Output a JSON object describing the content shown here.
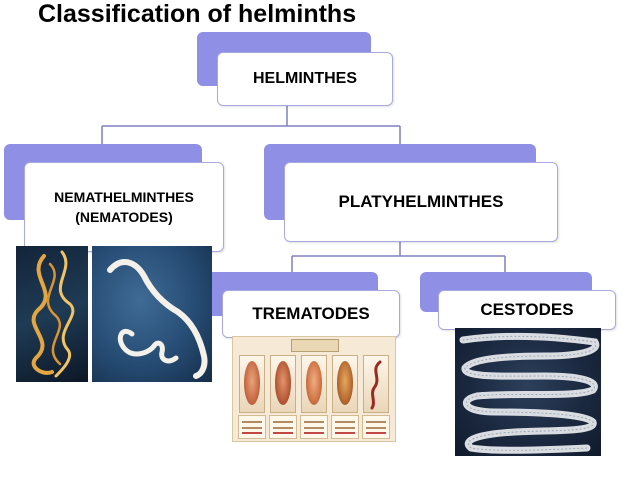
{
  "title": "Classification of helminths",
  "nodes": {
    "root": {
      "label": "HELMINTHES"
    },
    "nemathelminthes": {
      "line1": "NEMATHELMINTHES",
      "line2": "(NEMATODES)"
    },
    "platyhelminthes": {
      "label": "PLATYHELMINTHES"
    },
    "trematodes": {
      "label": "TREMATODES"
    },
    "cestodes": {
      "label": "CESTODES"
    }
  },
  "colors": {
    "node_back": "#8f8fe6",
    "node_border": "#a9a9df",
    "connector": "#8080c0"
  },
  "images": {
    "roundworm_photo_1": "roundworm-photo",
    "roundworm_photo_2": "roundworm-photo",
    "trematode_plate": "fluke-specimen-plate",
    "tapeworm_photo": "tapeworm-photo"
  }
}
